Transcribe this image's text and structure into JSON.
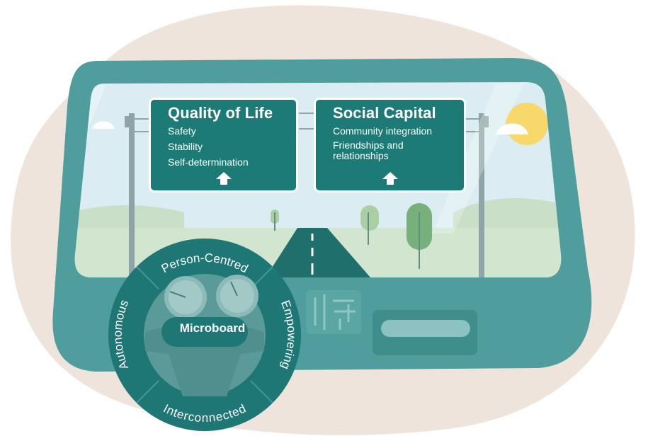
{
  "signs": {
    "left": {
      "title": "Quality of Life",
      "items": [
        "Safety",
        "Stability",
        "Self-determination"
      ]
    },
    "right": {
      "title": "Social Capital",
      "items": [
        "Community integration",
        "Friendships and relationships"
      ]
    }
  },
  "wheel": {
    "segments": {
      "top": "Person-Centred",
      "right": "Empowering",
      "bottom": "Interconnected",
      "left": "Autonomous"
    },
    "hub_label": "Microboard"
  },
  "colors": {
    "blob": "#efe4dc",
    "body": "#4f9e9d",
    "sign": "#1d7b77",
    "wheel": "#1e7774",
    "sky": "#dbecf2",
    "grass": "#c9dfc8"
  }
}
